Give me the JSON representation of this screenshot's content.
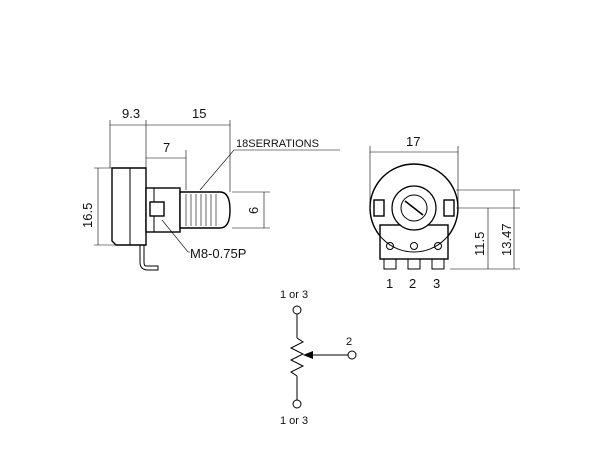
{
  "side_view": {
    "dim_bushing": "9.3",
    "dim_shaft_total": "15",
    "dim_serration_len": "7",
    "dim_height": "16.5",
    "dim_shaft_dia": "6",
    "label_serrations": "18SERRATIONS",
    "label_thread": "M8-0.75P"
  },
  "front_view": {
    "dim_width": "17",
    "dim_center_height": "11.5",
    "dim_total_height": "13.47",
    "pins": [
      "1",
      "2",
      "3"
    ]
  },
  "schematic": {
    "top_label": "1 or 3",
    "bottom_label": "1 or 3",
    "wiper_label": "2"
  }
}
